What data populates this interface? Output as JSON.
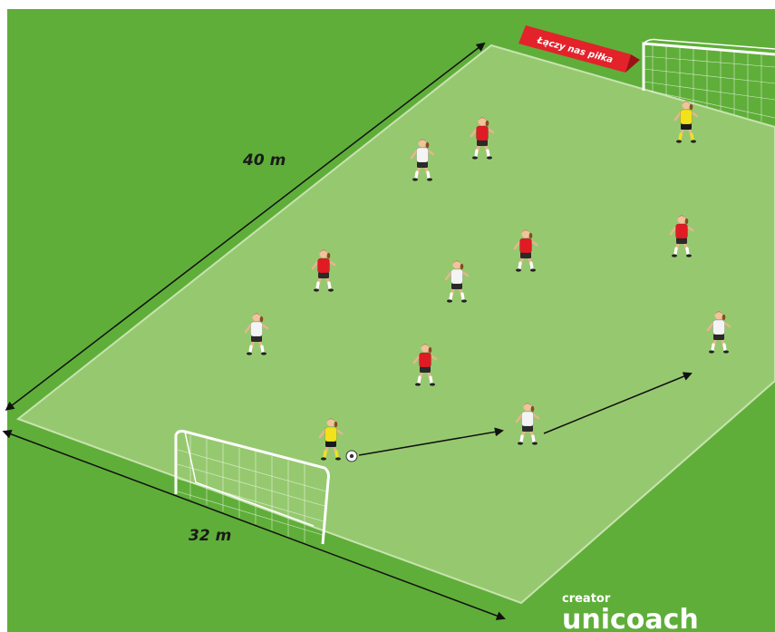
{
  "diagram": {
    "dimensions": {
      "length_label": "40 m",
      "width_label": "32 m"
    },
    "banner": {
      "text": "Łączy nas piłka"
    },
    "brand": {
      "small": "creator",
      "big": "unicoach"
    },
    "colors": {
      "background": "#5fae39",
      "pitch": "#96c96f",
      "pitch_edge": "#c8e3b0",
      "team_red": "#e01b24",
      "team_white": "#f4f4f4",
      "goalkeeper": "#f2e21a",
      "banner": "#e3222a"
    }
  }
}
